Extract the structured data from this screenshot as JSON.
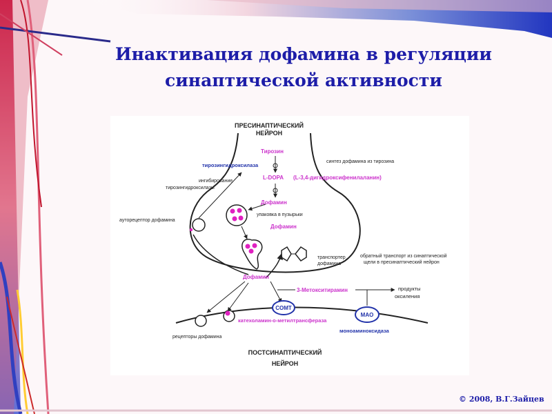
{
  "slide": {
    "title_line1": "Инактивация дофамина в регуляции",
    "title_line2": "синаптической активности",
    "copyright": "© 2008, В.Г.Зайцев"
  },
  "diagram": {
    "presynaptic_1": "ПРЕСИНАПТИЧЕСКИЙ",
    "presynaptic_2": "НЕЙРОН",
    "tyrosine": "Тирозин",
    "synthesis": "синтез дофамина из тирозина",
    "tyrosine_hydroxylase": "тирозингидроксилаза",
    "inhibition_1": "ингибирование",
    "inhibition_2": "тирозингидроксилазы",
    "ldopa": "L-DOPA",
    "ldopa_full": "(L-3,4-дигидроксифенилаланин)",
    "dopamine": "Дофамин",
    "autoreceptor": "ауторецептор дофамина",
    "packing": "упаковка в пузырьки",
    "transporter_1": "транспортер",
    "transporter_2": "дофамина",
    "reverse_1": "обратный транспорт из синаптической",
    "reverse_2": "щели в пресинаптический нейрон",
    "methoxytyramine": "3-Метокситирамин",
    "oxidation_1": "продукты",
    "oxidation_2": "оксиления",
    "comt": "COMT",
    "comt_full": "катехоламин-о-метилтрансфераза",
    "mao": "MAO",
    "mao_full": "моноаминоксидаза",
    "receptors": "рецепторы дофамина",
    "postsynaptic_1": "ПОСТСИНАПТИЧЕСКИЙ",
    "postsynaptic_2": "НЕЙРОН"
  },
  "colors": {
    "title": "#1d1da8",
    "label_pink": "#cc33cc",
    "label_blue": "#2233aa",
    "dopamine_dot": "#e020c0",
    "line": "#222222"
  }
}
